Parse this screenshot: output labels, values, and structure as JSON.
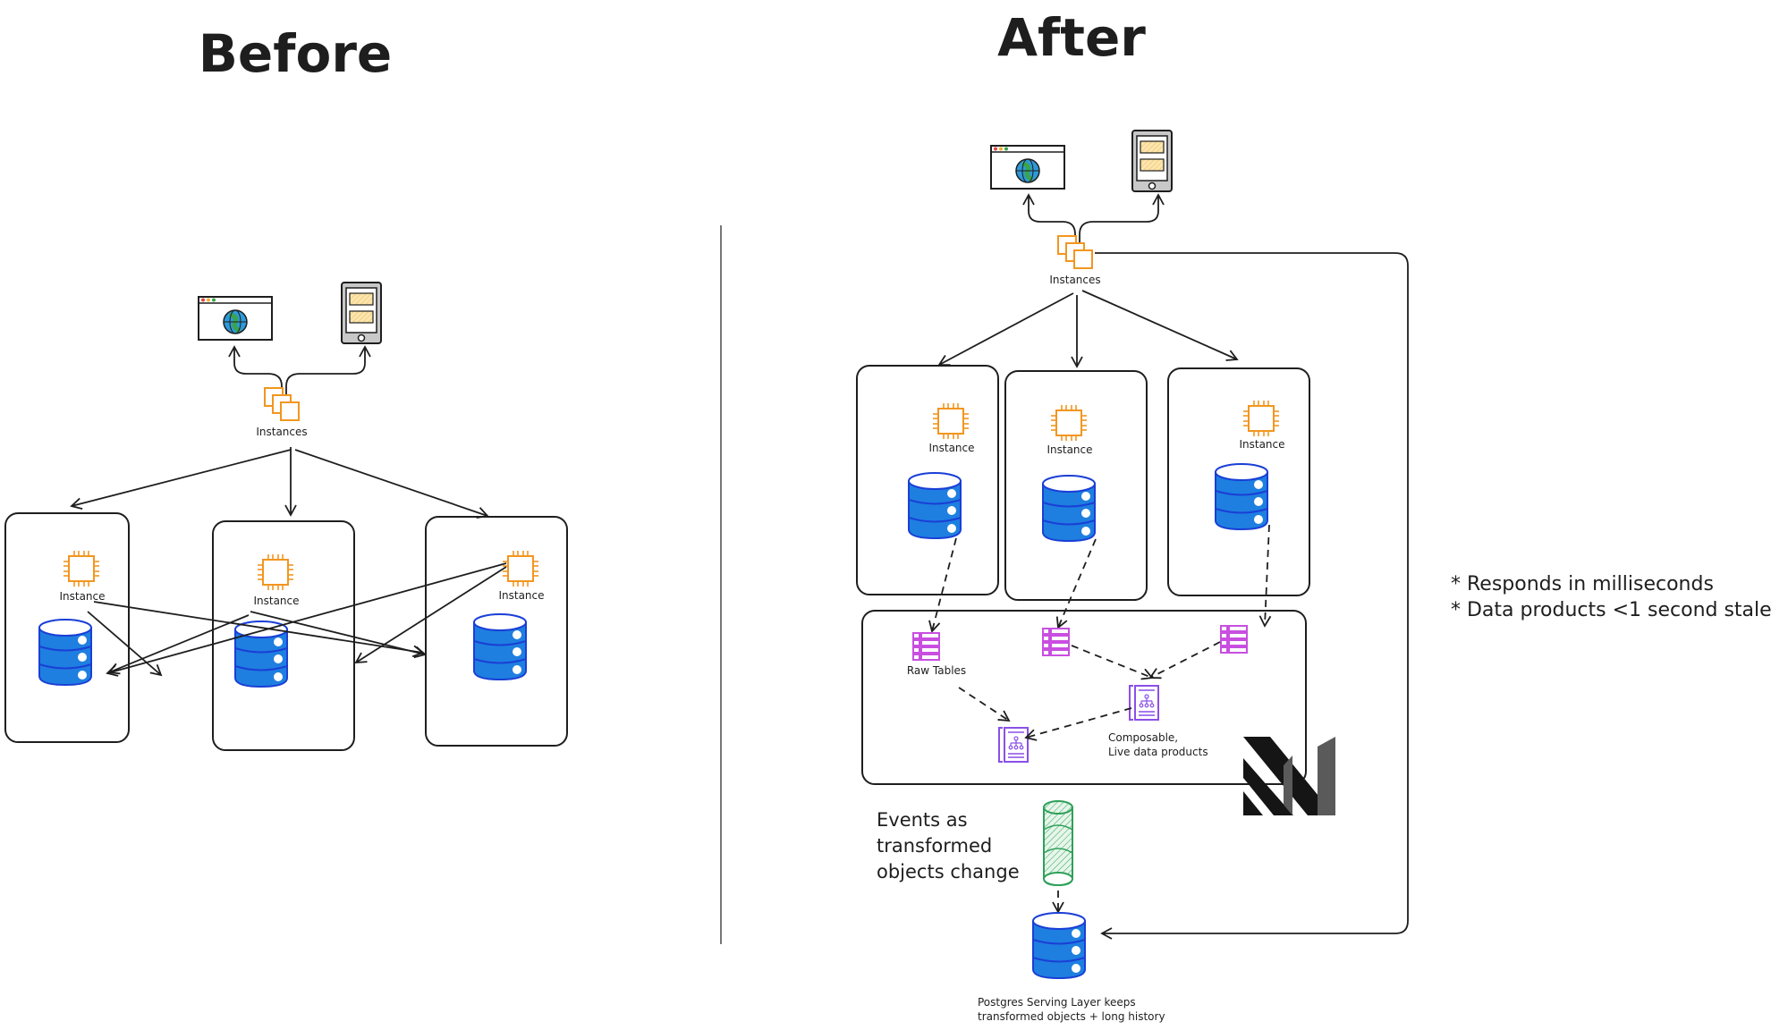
{
  "before": {
    "title": "Before",
    "instances_label": "Instances",
    "nodes": [
      {
        "instance_label": "Instance"
      },
      {
        "instance_label": "Instance"
      },
      {
        "instance_label": "Instance"
      }
    ]
  },
  "after": {
    "title": "After",
    "instances_label": "Instances",
    "nodes": [
      {
        "instance_label": "Instance"
      },
      {
        "instance_label": "Instance"
      },
      {
        "instance_label": "Instance"
      }
    ],
    "raw_tables_label": "Raw Tables",
    "data_products_label_line1": "Composable,",
    "data_products_label_line2": "Live data products",
    "events_label_line1": "Events as",
    "events_label_line2": "transformed",
    "events_label_line3": "objects change",
    "postgres_label_line1": "Postgres Serving Layer keeps",
    "postgres_label_line2": "transformed objects + long history"
  },
  "notes": [
    "* Responds in milliseconds",
    "* Data products <1 second stale"
  ],
  "colors": {
    "stroke": "#1e1e1e",
    "instance_orange": "#f2961f",
    "database_blue": "#1e7fe0",
    "database_outline": "#1a3fd6",
    "table_magenta": "#c84fe0",
    "doc_purple": "#8a4fe8",
    "stream_green": "#2fa05a",
    "globe_blue": "#2d9ad8",
    "globe_green": "#3aa44a",
    "phone_gray": "#c8c8c8",
    "phone_slot": "#f5c96a"
  }
}
